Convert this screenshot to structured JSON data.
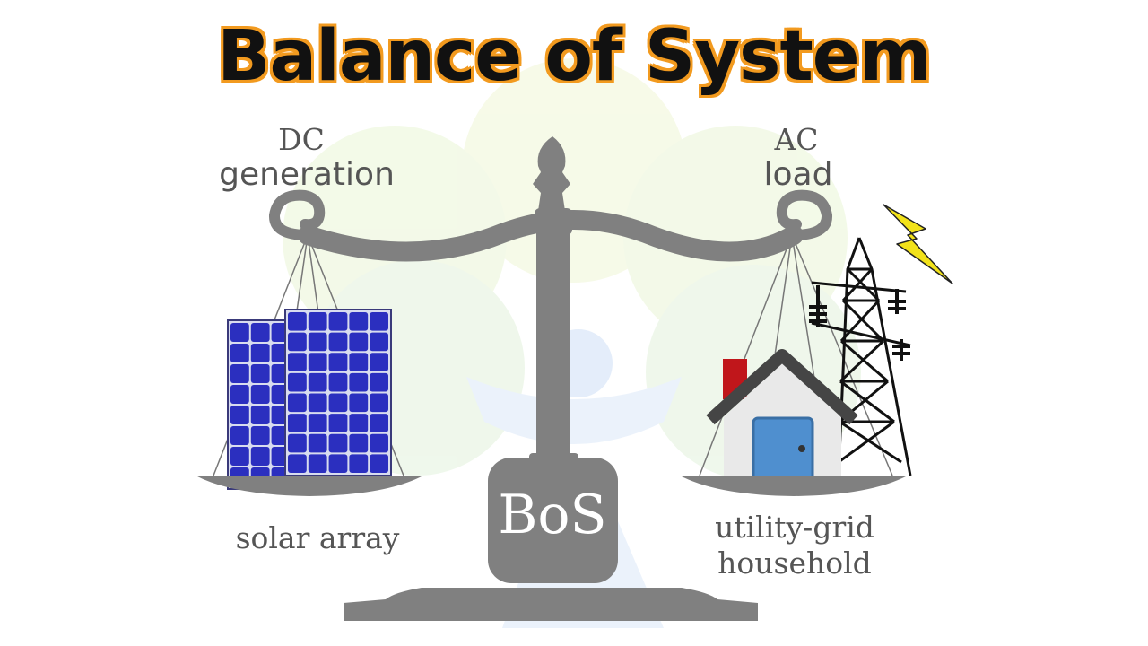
{
  "title": "Balance of System",
  "left_pan": {
    "top_line1": "DC",
    "top_line2": "generation",
    "bottom": "solar array"
  },
  "right_pan": {
    "top_line1": "AC",
    "top_line2": "load",
    "bottom_line1": "utility-grid",
    "bottom_line2": "household"
  },
  "base_label": "BoS",
  "colors": {
    "title_text": "#111111",
    "title_outline": "#f29a1f",
    "scale_gray": "#808080",
    "panel_blue": "#2b2fbf",
    "lightning": "#f2e21a",
    "chimney": "#c0161b",
    "door": "#4f8fcf"
  }
}
